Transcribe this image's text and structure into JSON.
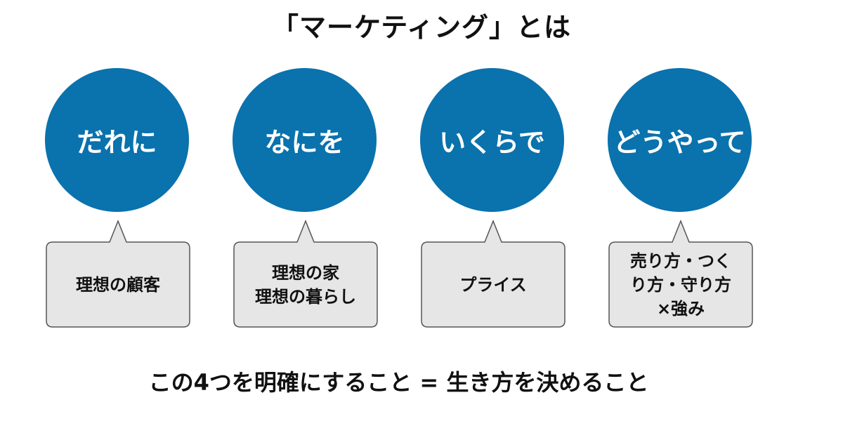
{
  "title": "「マーケティング」とは",
  "items": [
    {
      "label": "だれに",
      "lines": [
        "理想の顧客"
      ]
    },
    {
      "label": "なにを",
      "lines": [
        "理想の家",
        "理想の暮らし"
      ]
    },
    {
      "label": "いくらで",
      "lines": [
        "プライス"
      ]
    },
    {
      "label": "どうやって",
      "lines": [
        "売り方・つく",
        "り方・守り方",
        "×強み"
      ]
    }
  ],
  "footer": "この4つを明確にすること = 生き方を決めること",
  "colors": {
    "circle": "#0a72ad",
    "callout_fill": "#e6e6e6",
    "callout_stroke": "#555555",
    "text": "#111111"
  }
}
